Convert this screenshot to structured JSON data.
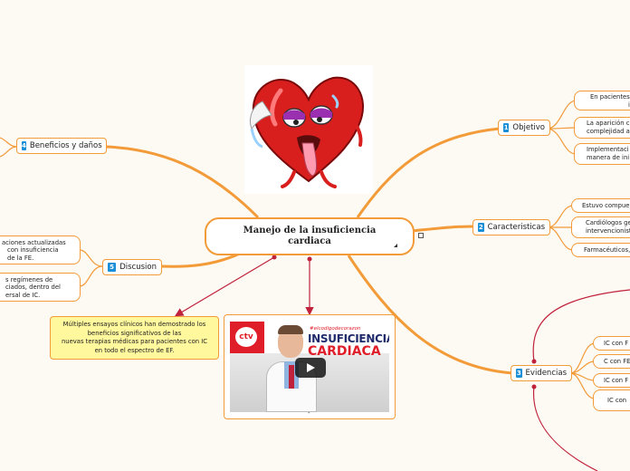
{
  "central": {
    "line1": "Manejo de la insuficiencia",
    "line2": "cardiaca"
  },
  "topics": {
    "objetivo": {
      "num": "1",
      "label": "Objetivo"
    },
    "caracteristicas": {
      "num": "2",
      "label": "Caracteristicas"
    },
    "evidencias": {
      "num": "3",
      "label": "Evidencias"
    },
    "beneficios": {
      "num": "4",
      "label": "Beneficios y daños"
    },
    "discusion": {
      "num": "5",
      "label": "Discusion"
    }
  },
  "leaves": {
    "objetivo": [
      [
        "En pacientes",
        "in"
      ],
      [
        "La aparición c",
        "complejidad a"
      ],
      [
        "Implementaci",
        "manera de ini"
      ]
    ],
    "caracteristicas": [
      [
        "Estuvo compue"
      ],
      [
        "Cardiólogos ge",
        "intervencionist"
      ],
      [
        "Farmacéuticos,"
      ]
    ],
    "evidencias": [
      [
        "IC con F"
      ],
      [
        "C con FE"
      ],
      [
        "IC con F"
      ],
      [
        "IC con"
      ]
    ],
    "discusion": [
      [
        "aciones actualizadas",
        "con insuficiencia",
        "de la FE."
      ],
      [
        "s regímenes de",
        "ciados, dentro del",
        "ersal de IC."
      ]
    ]
  },
  "note": {
    "lines": [
      "Múltiples ensayos clínicos han demostrado los",
      "beneficios significativos de las",
      "nuevas terapias médicas para pacientes con IC",
      "en todo el espectro de EF."
    ]
  },
  "video": {
    "hashtag": "#elcodigodecorazon",
    "title1": "INSUFICIENCIA",
    "title2": "CARDIACA",
    "logo": "ctv",
    "caption": "-"
  },
  "colors": {
    "branch": "#f29b38",
    "arrow": "#c0223b",
    "badge": "#1a8fd8",
    "note": "#fff89c",
    "heart": "#d91e1e"
  },
  "icons": {
    "play": "play-icon",
    "link": "external-link-icon",
    "expand": "expand-icon"
  }
}
